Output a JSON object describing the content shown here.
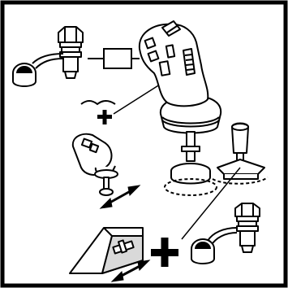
{
  "diagram": {
    "type": "technical-line-illustration",
    "frame_color": "#000000",
    "background": "#ffffff",
    "line_color": "#000000",
    "fill_grey": "#d9d9d9",
    "connectors": [
      {
        "id": "main-connector",
        "kind": "hydraulic-coupling-with-dust-cap"
      },
      {
        "id": "secondary-connector",
        "kind": "hydraulic-coupling-with-dust-cap"
      }
    ],
    "joysticks": [
      {
        "id": "main-joystick",
        "kind": "multi-function-joystick-grip"
      },
      {
        "id": "small-joystick",
        "kind": "joystick-with-pushbutton"
      },
      {
        "id": "lever",
        "kind": "single-axis-lever"
      }
    ],
    "symbols": [
      "plus",
      "plus",
      "bidirectional-arrow",
      "bidirectional-arrow"
    ],
    "module": {
      "id": "wedge-module",
      "kind": "inclined-control-module"
    }
  }
}
